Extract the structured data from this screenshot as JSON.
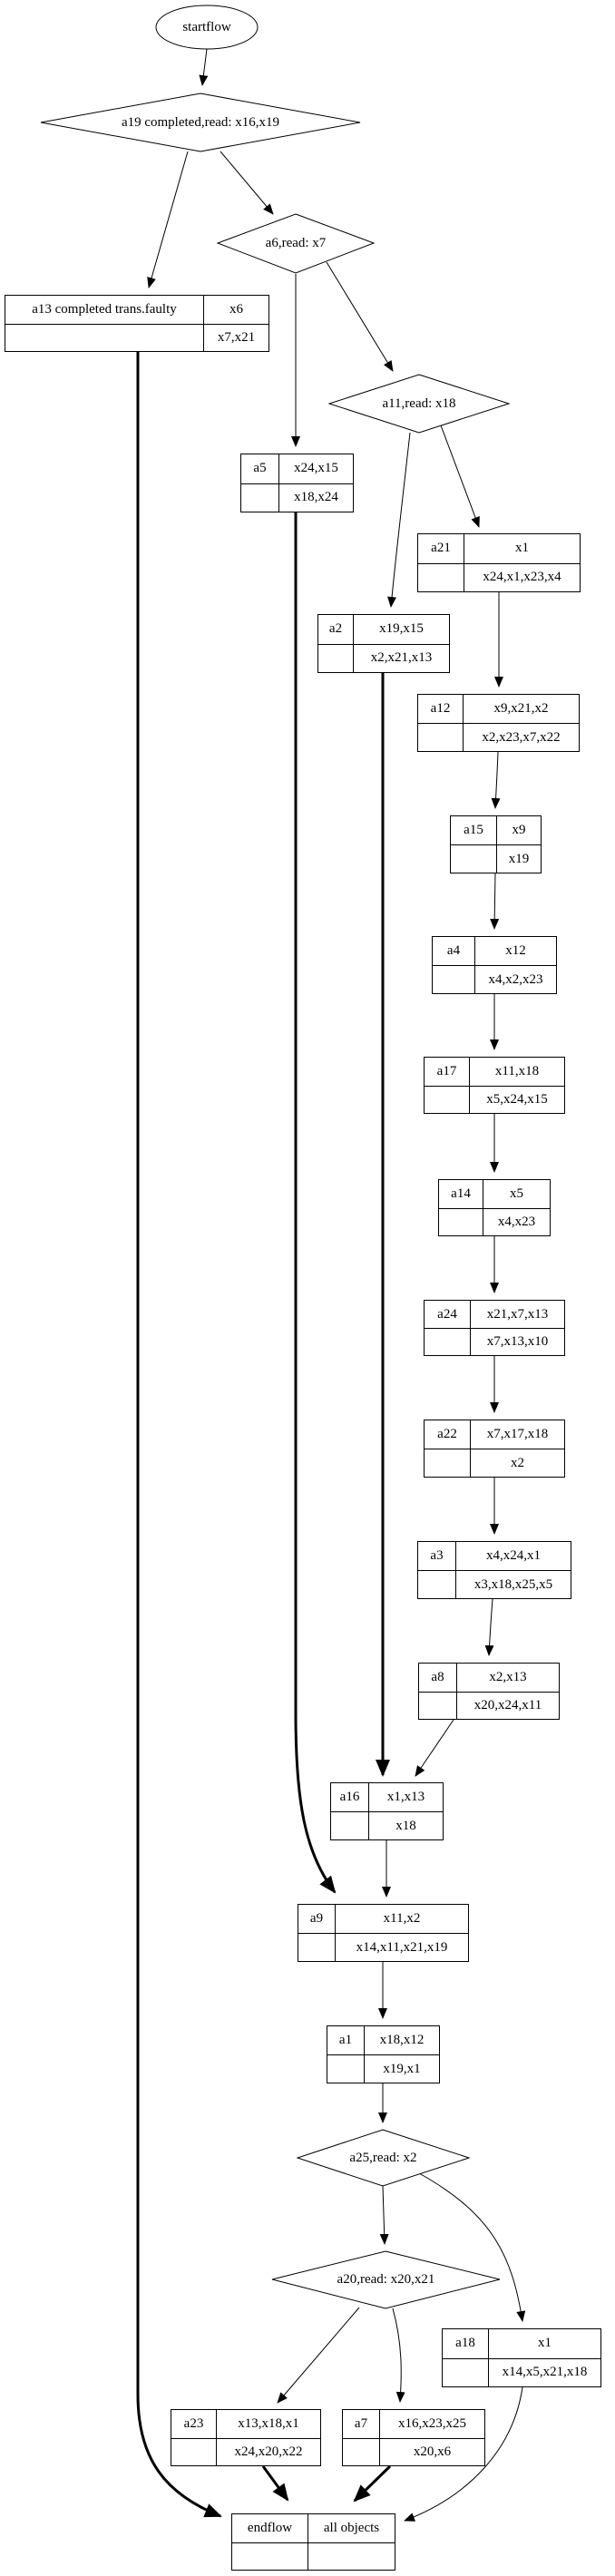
{
  "terminals": {
    "start": "startflow"
  },
  "decisions": {
    "a19": "a19 completed,read: x16,x19",
    "a6": "a6,read: x7",
    "a11": "a11,read: x18",
    "a25": "a25,read: x2",
    "a20": "a20,read: x20,x21"
  },
  "records": {
    "a13": {
      "label": "a13 completed trans.faulty",
      "row1": "x6",
      "row2": "x7,x21"
    },
    "a5": {
      "label": "a5",
      "row1": "x24,x15",
      "row2": "x18,x24"
    },
    "a21": {
      "label": "a21",
      "row1": "x1",
      "row2": "x24,x1,x23,x4"
    },
    "a2": {
      "label": "a2",
      "row1": "x19,x15",
      "row2": "x2,x21,x13"
    },
    "a12": {
      "label": "a12",
      "row1": "x9,x21,x2",
      "row2": "x2,x23,x7,x22"
    },
    "a15": {
      "label": "a15",
      "row1": "x9",
      "row2": "x19"
    },
    "a4": {
      "label": "a4",
      "row1": "x12",
      "row2": "x4,x2,x23"
    },
    "a17": {
      "label": "a17",
      "row1": "x11,x18",
      "row2": "x5,x24,x15"
    },
    "a14": {
      "label": "a14",
      "row1": "x5",
      "row2": "x4,x23"
    },
    "a24": {
      "label": "a24",
      "row1": "x21,x7,x13",
      "row2": "x7,x13,x10"
    },
    "a22": {
      "label": "a22",
      "row1": "x7,x17,x18",
      "row2": "x2"
    },
    "a3": {
      "label": "a3",
      "row1": "x4,x24,x1",
      "row2": "x3,x18,x25,x5"
    },
    "a8": {
      "label": "a8",
      "row1": "x2,x13",
      "row2": "x20,x24,x11"
    },
    "a16": {
      "label": "a16",
      "row1": "x1,x13",
      "row2": "x18"
    },
    "a9": {
      "label": "a9",
      "row1": "x11,x2",
      "row2": "x14,x11,x21,x19"
    },
    "a1": {
      "label": "a1",
      "row1": "x18,x12",
      "row2": "x19,x1"
    },
    "a18": {
      "label": "a18",
      "row1": "x1",
      "row2": "x14,x5,x21,x18"
    },
    "a23": {
      "label": "a23",
      "row1": "x13,x18,x1",
      "row2": "x24,x20,x22"
    },
    "a7": {
      "label": "a7",
      "row1": "x16,x23,x25",
      "row2": "x20,x6"
    },
    "endflow": {
      "label": "endflow",
      "row1": "all objects",
      "row2": ""
    }
  },
  "edges": [
    {
      "from": "startflow",
      "to": "a19",
      "bold": false
    },
    {
      "from": "a19",
      "to": "a13",
      "bold": false
    },
    {
      "from": "a19",
      "to": "a6",
      "bold": false
    },
    {
      "from": "a6",
      "to": "a5",
      "bold": false
    },
    {
      "from": "a6",
      "to": "a11",
      "bold": false
    },
    {
      "from": "a11",
      "to": "a2",
      "bold": false
    },
    {
      "from": "a11",
      "to": "a21",
      "bold": false
    },
    {
      "from": "a21",
      "to": "a12",
      "bold": false
    },
    {
      "from": "a12",
      "to": "a15",
      "bold": false
    },
    {
      "from": "a15",
      "to": "a4",
      "bold": false
    },
    {
      "from": "a4",
      "to": "a17",
      "bold": false
    },
    {
      "from": "a17",
      "to": "a14",
      "bold": false
    },
    {
      "from": "a14",
      "to": "a24",
      "bold": false
    },
    {
      "from": "a24",
      "to": "a22",
      "bold": false
    },
    {
      "from": "a22",
      "to": "a3",
      "bold": false
    },
    {
      "from": "a3",
      "to": "a8",
      "bold": false
    },
    {
      "from": "a8",
      "to": "a16",
      "bold": false
    },
    {
      "from": "a2",
      "to": "a16",
      "bold": true
    },
    {
      "from": "a16",
      "to": "a9",
      "bold": false
    },
    {
      "from": "a5",
      "to": "a9",
      "bold": true
    },
    {
      "from": "a9",
      "to": "a1",
      "bold": false
    },
    {
      "from": "a1",
      "to": "a25",
      "bold": false
    },
    {
      "from": "a25",
      "to": "a20",
      "bold": false
    },
    {
      "from": "a25",
      "to": "a18",
      "bold": false
    },
    {
      "from": "a20",
      "to": "a23",
      "bold": false
    },
    {
      "from": "a20",
      "to": "a7",
      "bold": false
    },
    {
      "from": "a23",
      "to": "endflow",
      "bold": true
    },
    {
      "from": "a7",
      "to": "endflow",
      "bold": true
    },
    {
      "from": "a13",
      "to": "endflow",
      "bold": true
    },
    {
      "from": "a18",
      "to": "endflow",
      "bold": false
    }
  ],
  "colors": {
    "stroke": "#000000",
    "background": "#ffffff"
  }
}
